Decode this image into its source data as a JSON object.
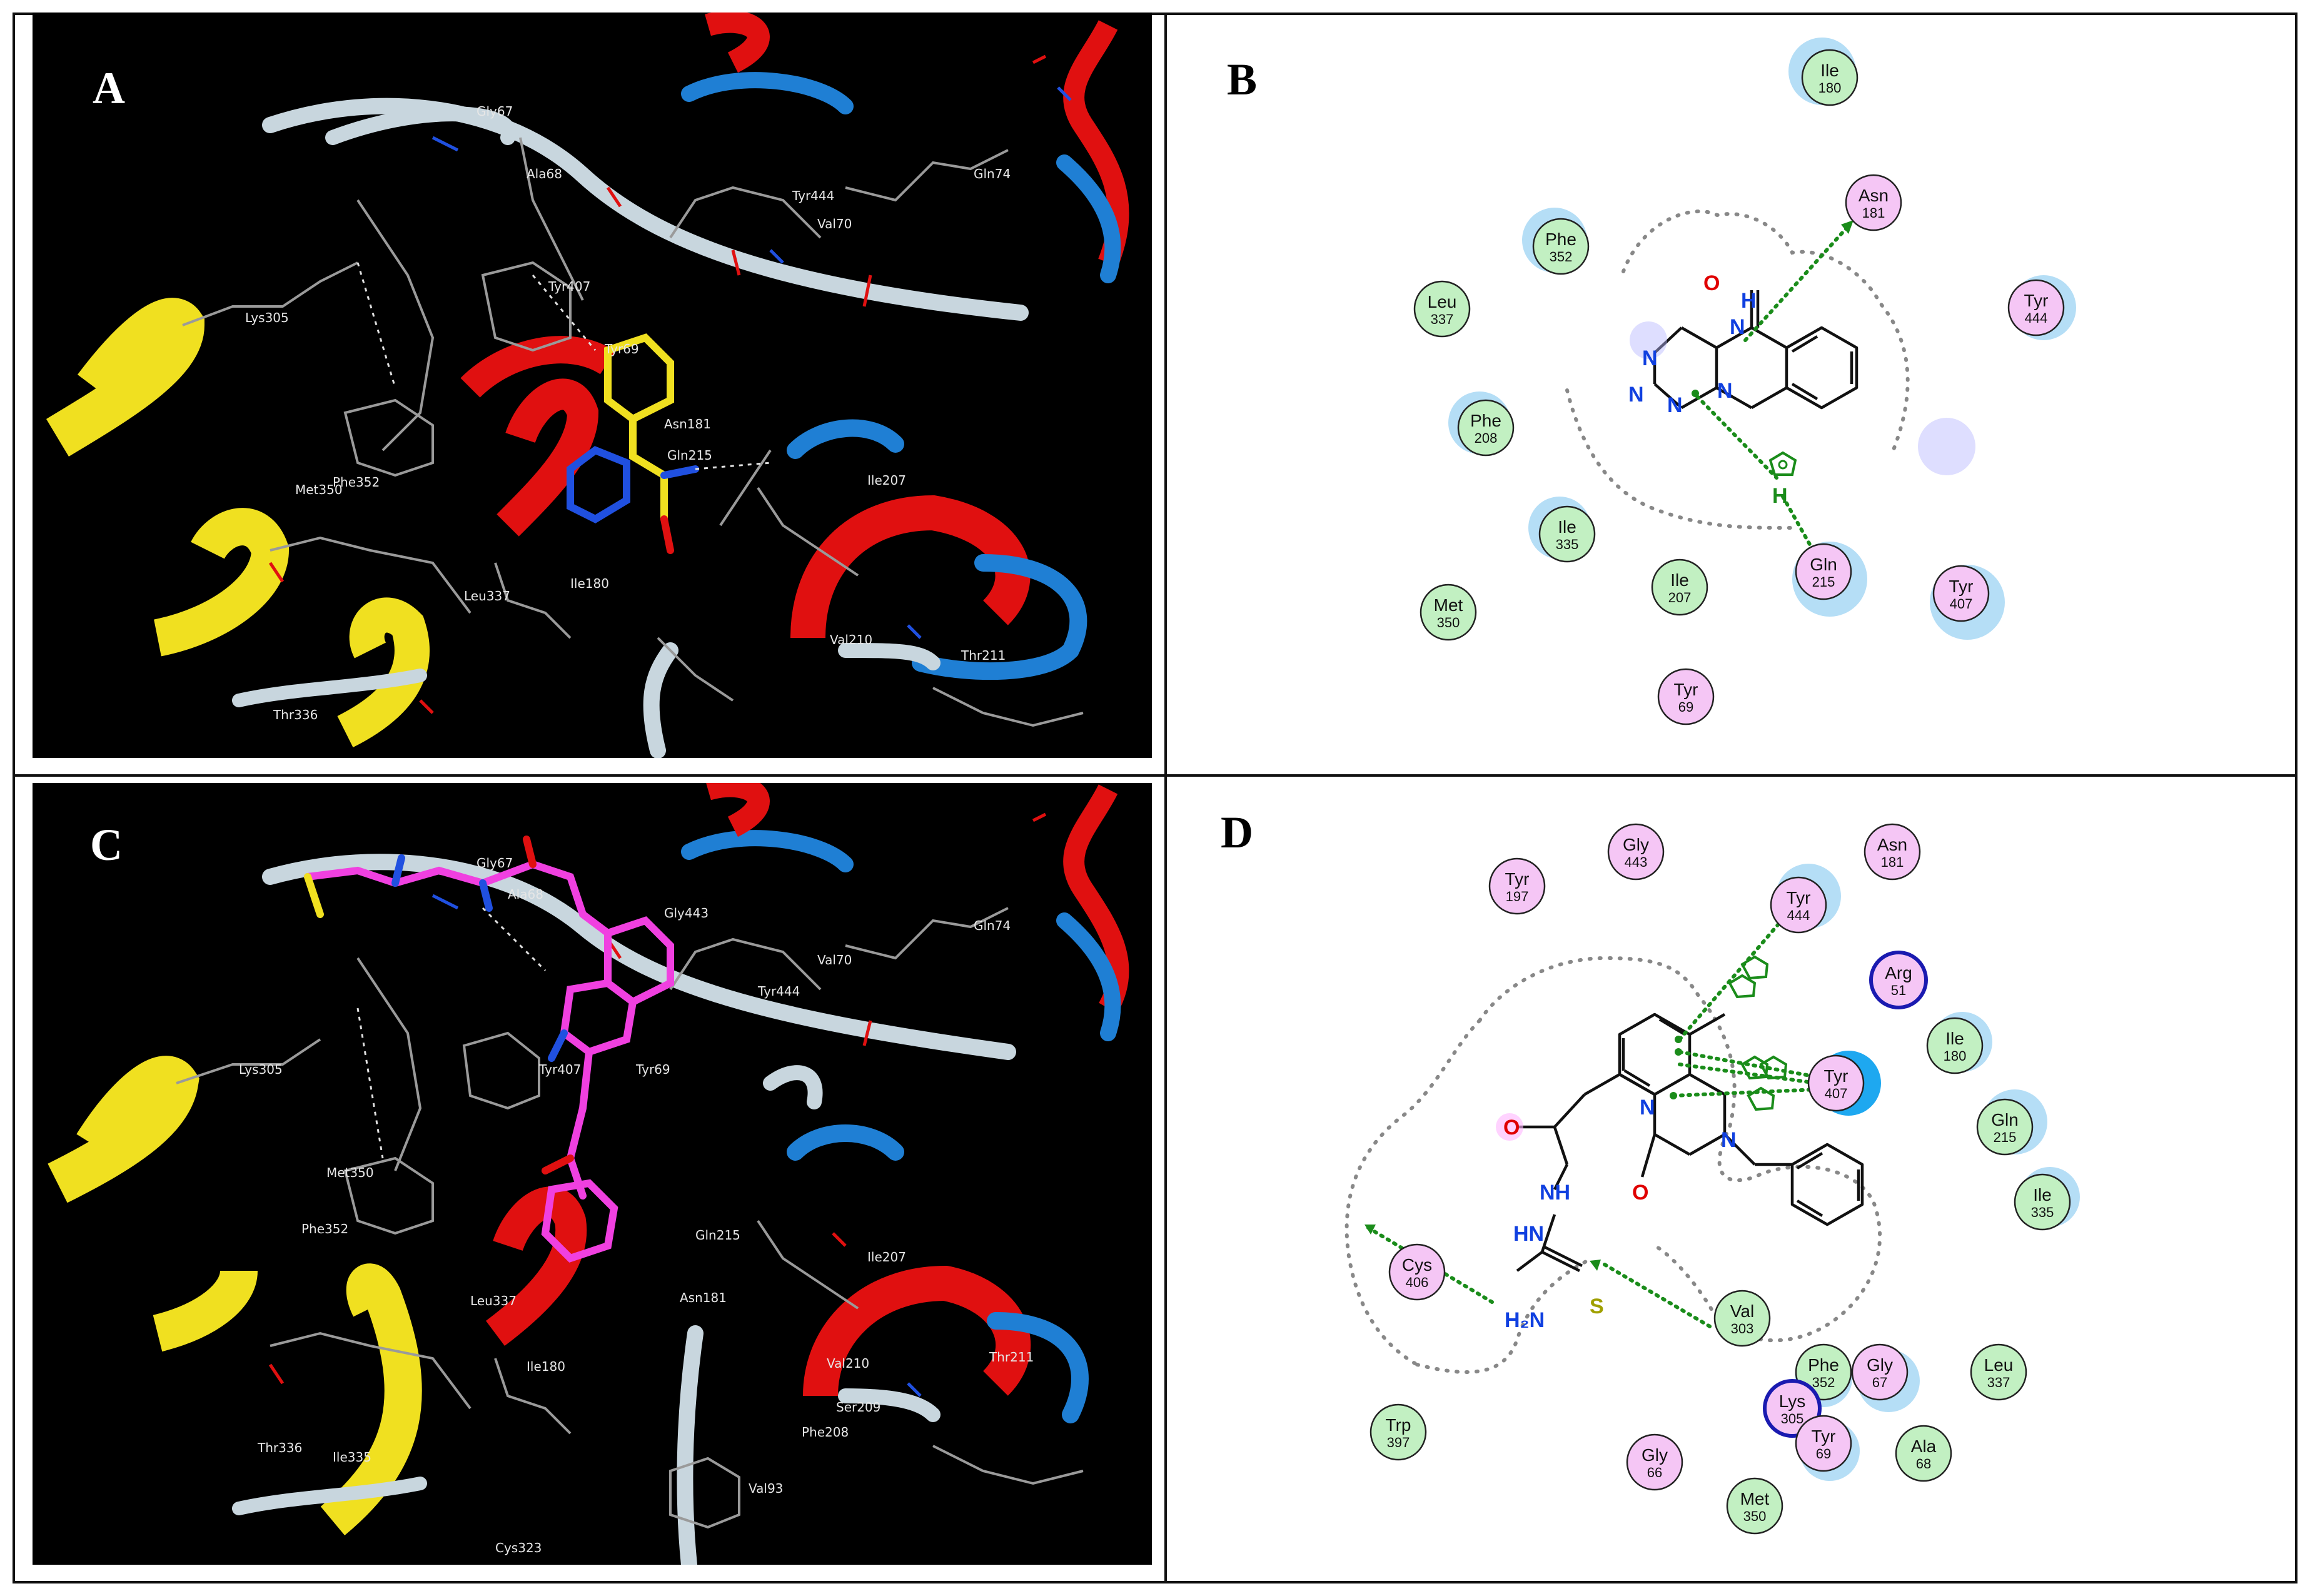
{
  "panels": {
    "a": {
      "label": "A"
    },
    "b": {
      "label": "B"
    },
    "c": {
      "label": "C"
    },
    "d": {
      "label": "D"
    }
  },
  "colors": {
    "polar_residue": "#f5c6f5",
    "hydrophobic_residue": "#c2f0c2",
    "basic_ring": "#1a1ab0",
    "hbond": "#1a8c1a",
    "oxygen": "#e00000",
    "nitrogen": "#1040e0",
    "sulfur": "#a0a000"
  },
  "structure_a": {
    "labels": [
      "Gly67",
      "Ala68",
      "Tyr444",
      "Val70",
      "Gln74",
      "Tyr407",
      "Tyr69",
      "Lys305",
      "Asn181",
      "Gln215",
      "Ile207",
      "Met350",
      "Phe352",
      "Ile180",
      "Leu337",
      "Thr336",
      "Val210",
      "Thr211"
    ]
  },
  "structure_c": {
    "labels": [
      "Gly67",
      "Ala68",
      "Gly443",
      "Gln74",
      "Val70",
      "Tyr444",
      "Lys305",
      "Tyr407",
      "Tyr69",
      "Met350",
      "Phe352",
      "Gln215",
      "Ile207",
      "Asn181",
      "Leu337",
      "Val210",
      "Thr211",
      "Ile180",
      "Ser209",
      "Phe208",
      "Thr336",
      "Ile335",
      "Val93",
      "Cys323"
    ]
  },
  "diagram_b": {
    "residues": [
      {
        "name": "Ile",
        "num": "180",
        "kind": "hydrophobic"
      },
      {
        "name": "Asn",
        "num": "181",
        "kind": "polar"
      },
      {
        "name": "Phe",
        "num": "352",
        "kind": "hydrophobic"
      },
      {
        "name": "Tyr",
        "num": "444",
        "kind": "polar"
      },
      {
        "name": "Leu",
        "num": "337",
        "kind": "hydrophobic"
      },
      {
        "name": "Phe",
        "num": "208",
        "kind": "hydrophobic"
      },
      {
        "name": "Ile",
        "num": "335",
        "kind": "hydrophobic"
      },
      {
        "name": "Gln",
        "num": "215",
        "kind": "polar"
      },
      {
        "name": "Tyr",
        "num": "407",
        "kind": "polar"
      },
      {
        "name": "Ile",
        "num": "207",
        "kind": "hydrophobic"
      },
      {
        "name": "Met",
        "num": "350",
        "kind": "hydrophobic"
      },
      {
        "name": "Tyr",
        "num": "69",
        "kind": "polar"
      }
    ],
    "atoms": [
      "O",
      "H",
      "N",
      "N",
      "N",
      "N",
      "N",
      "H"
    ]
  },
  "diagram_d": {
    "residues": [
      {
        "name": "Gly",
        "num": "443",
        "kind": "polar"
      },
      {
        "name": "Asn",
        "num": "181",
        "kind": "polar"
      },
      {
        "name": "Tyr",
        "num": "197",
        "kind": "polar"
      },
      {
        "name": "Tyr",
        "num": "444",
        "kind": "polar"
      },
      {
        "name": "Arg",
        "num": "51",
        "kind": "basic"
      },
      {
        "name": "Ile",
        "num": "180",
        "kind": "hydrophobic"
      },
      {
        "name": "Tyr",
        "num": "407",
        "kind": "polar"
      },
      {
        "name": "Gln",
        "num": "215",
        "kind": "hydrophobic"
      },
      {
        "name": "Ile",
        "num": "335",
        "kind": "hydrophobic"
      },
      {
        "name": "Cys",
        "num": "406",
        "kind": "polar"
      },
      {
        "name": "Val",
        "num": "303",
        "kind": "hydrophobic"
      },
      {
        "name": "Phe",
        "num": "352",
        "kind": "hydrophobic"
      },
      {
        "name": "Gly",
        "num": "67",
        "kind": "polar"
      },
      {
        "name": "Leu",
        "num": "337",
        "kind": "hydrophobic"
      },
      {
        "name": "Lys",
        "num": "305",
        "kind": "basic"
      },
      {
        "name": "Trp",
        "num": "397",
        "kind": "hydrophobic"
      },
      {
        "name": "Tyr",
        "num": "69",
        "kind": "polar"
      },
      {
        "name": "Ala",
        "num": "68",
        "kind": "hydrophobic"
      },
      {
        "name": "Gly",
        "num": "66",
        "kind": "polar"
      },
      {
        "name": "Met",
        "num": "350",
        "kind": "hydrophobic"
      }
    ],
    "atoms": [
      "N",
      "N",
      "O",
      "O",
      "NH",
      "HN",
      "S",
      "H₂N"
    ]
  }
}
